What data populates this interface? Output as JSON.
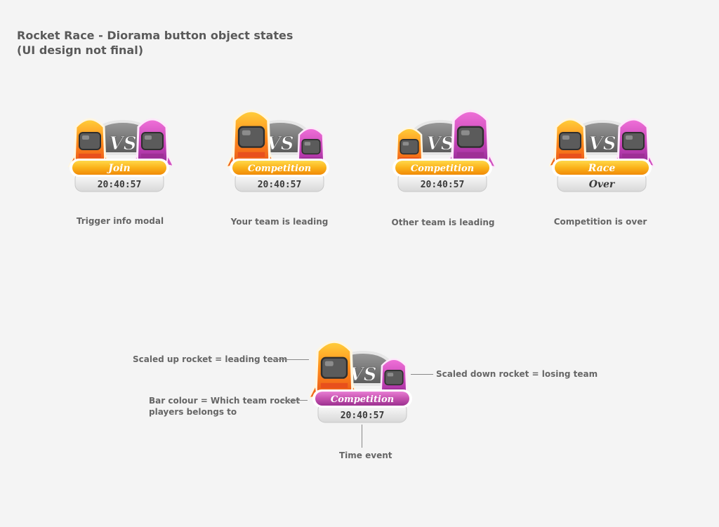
{
  "header": {
    "title_line1": "Rocket Race - Diorama button object states",
    "title_line2": "(UI design not final)"
  },
  "colors": {
    "orange_bar": "#f8a010",
    "purple_bar": "#c04aa8",
    "background": "#f4f4f4"
  },
  "states": [
    {
      "label": "Join",
      "label2": "",
      "timer": "20:40:57",
      "caption": "Trigger info modal"
    },
    {
      "label": "Competition",
      "label2": "",
      "timer": "20:40:57",
      "caption": "Your team is leading"
    },
    {
      "label": "Competition",
      "label2": "",
      "timer": "20:40:57",
      "caption": "Other team is leading"
    },
    {
      "label": "Race",
      "label2": "Over",
      "timer": "",
      "caption": "Competition is over"
    }
  ],
  "detail": {
    "label": "Competition",
    "timer": "20:40:57",
    "annotations": {
      "leading": "Scaled up rocket = leading team",
      "losing": "Scaled down rocket = losing team",
      "bar_line1": "Bar colour = Which team rocket",
      "bar_line2": "players belongs to",
      "time": "Time event"
    }
  },
  "icons": [
    "orange-rocket-icon",
    "pink-rocket-icon",
    "vs-emblem-icon"
  ]
}
